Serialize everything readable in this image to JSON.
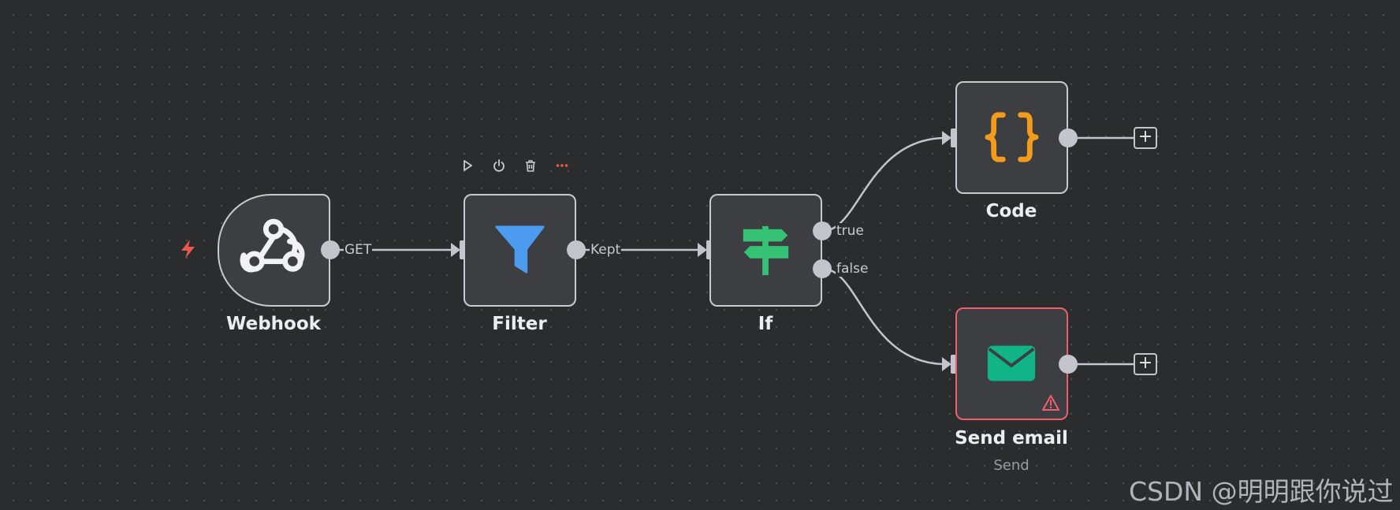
{
  "nodes": {
    "webhook": {
      "label": "Webhook",
      "icon": "webhook-icon"
    },
    "filter": {
      "label": "Filter",
      "icon": "filter-funnel-icon"
    },
    "if": {
      "label": "If",
      "icon": "signpost-icon"
    },
    "code": {
      "label": "Code",
      "icon": "curly-braces-icon"
    },
    "send_email": {
      "label": "Send email",
      "subtitle": "Send",
      "icon": "envelope-icon",
      "status": "warning"
    }
  },
  "edges": {
    "webhook_out": "GET",
    "filter_out": "Kept",
    "if_true": "true",
    "if_false": "false"
  },
  "toolbar": {
    "items": [
      "play-icon",
      "power-icon",
      "trash-icon",
      "more-dots-icon"
    ]
  },
  "watermark": "CSDN @明明跟你说过",
  "colors": {
    "canvas": "#2b2c2e",
    "node_fill": "#3d3e42",
    "node_border": "#c9cad0",
    "error_border": "#ef5f6c",
    "filter_blue": "#4d9bf0",
    "if_green": "#35c274",
    "code_orange": "#f39c1b",
    "email_green": "#10b486",
    "trigger_red": "#e85a4c"
  }
}
